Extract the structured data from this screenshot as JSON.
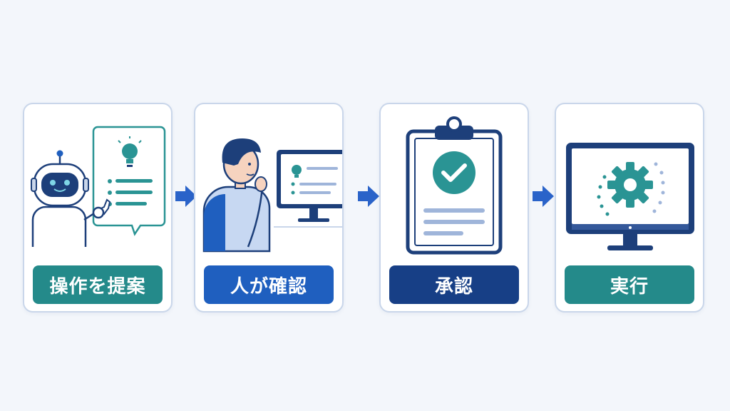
{
  "steps": [
    {
      "label": "操作を提案",
      "color": "#248a8a",
      "icon": "robot-suggest-icon"
    },
    {
      "label": "人が確認",
      "color": "#1f5fbf",
      "icon": "person-review-icon"
    },
    {
      "label": "承認",
      "color": "#173f86",
      "icon": "clipboard-check-icon"
    },
    {
      "label": "実行",
      "color": "#248a8a",
      "icon": "monitor-gear-icon"
    }
  ],
  "colors": {
    "navy": "#1d3f7a",
    "teal": "#2a9494",
    "arrow": "#2a63c9",
    "border": "#c9d6ea",
    "background": "#f3f6fb"
  }
}
